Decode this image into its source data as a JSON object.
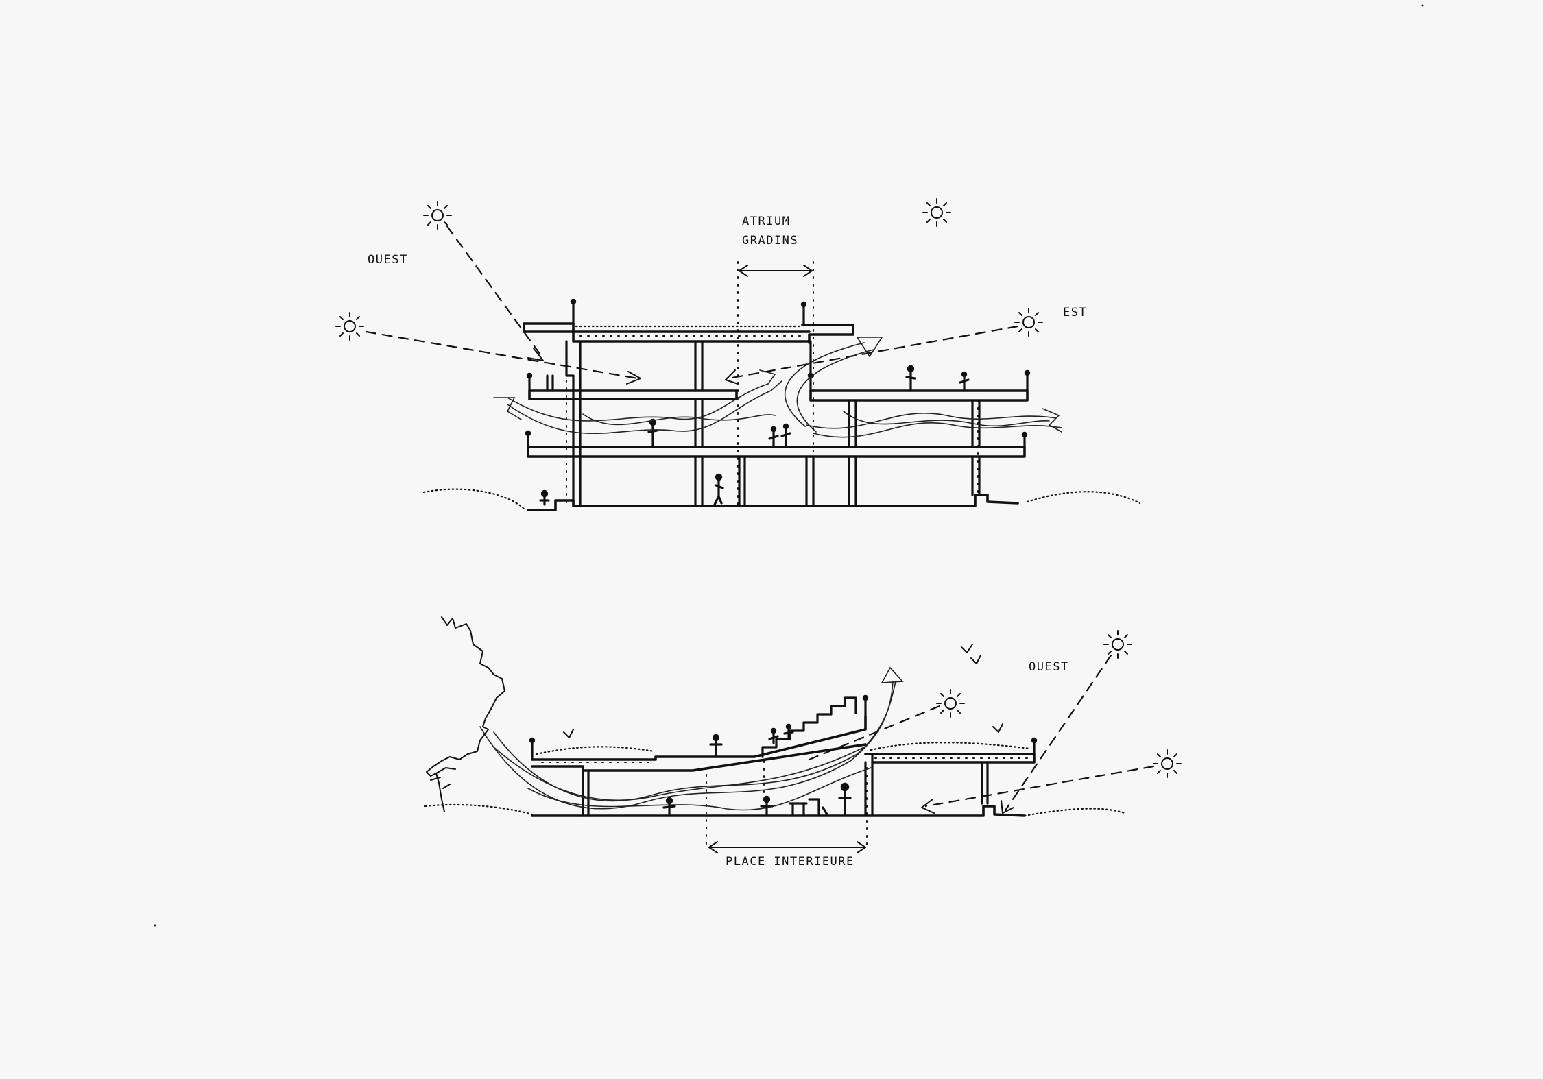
{
  "upper_section": {
    "label_west": "OUEST",
    "label_east": "EST",
    "label_atrium_line1": "ATRIUM",
    "label_atrium_line2": "GRADINS"
  },
  "lower_section": {
    "label_west": "OUEST",
    "label_place": "PLACE INTERIEURE"
  }
}
